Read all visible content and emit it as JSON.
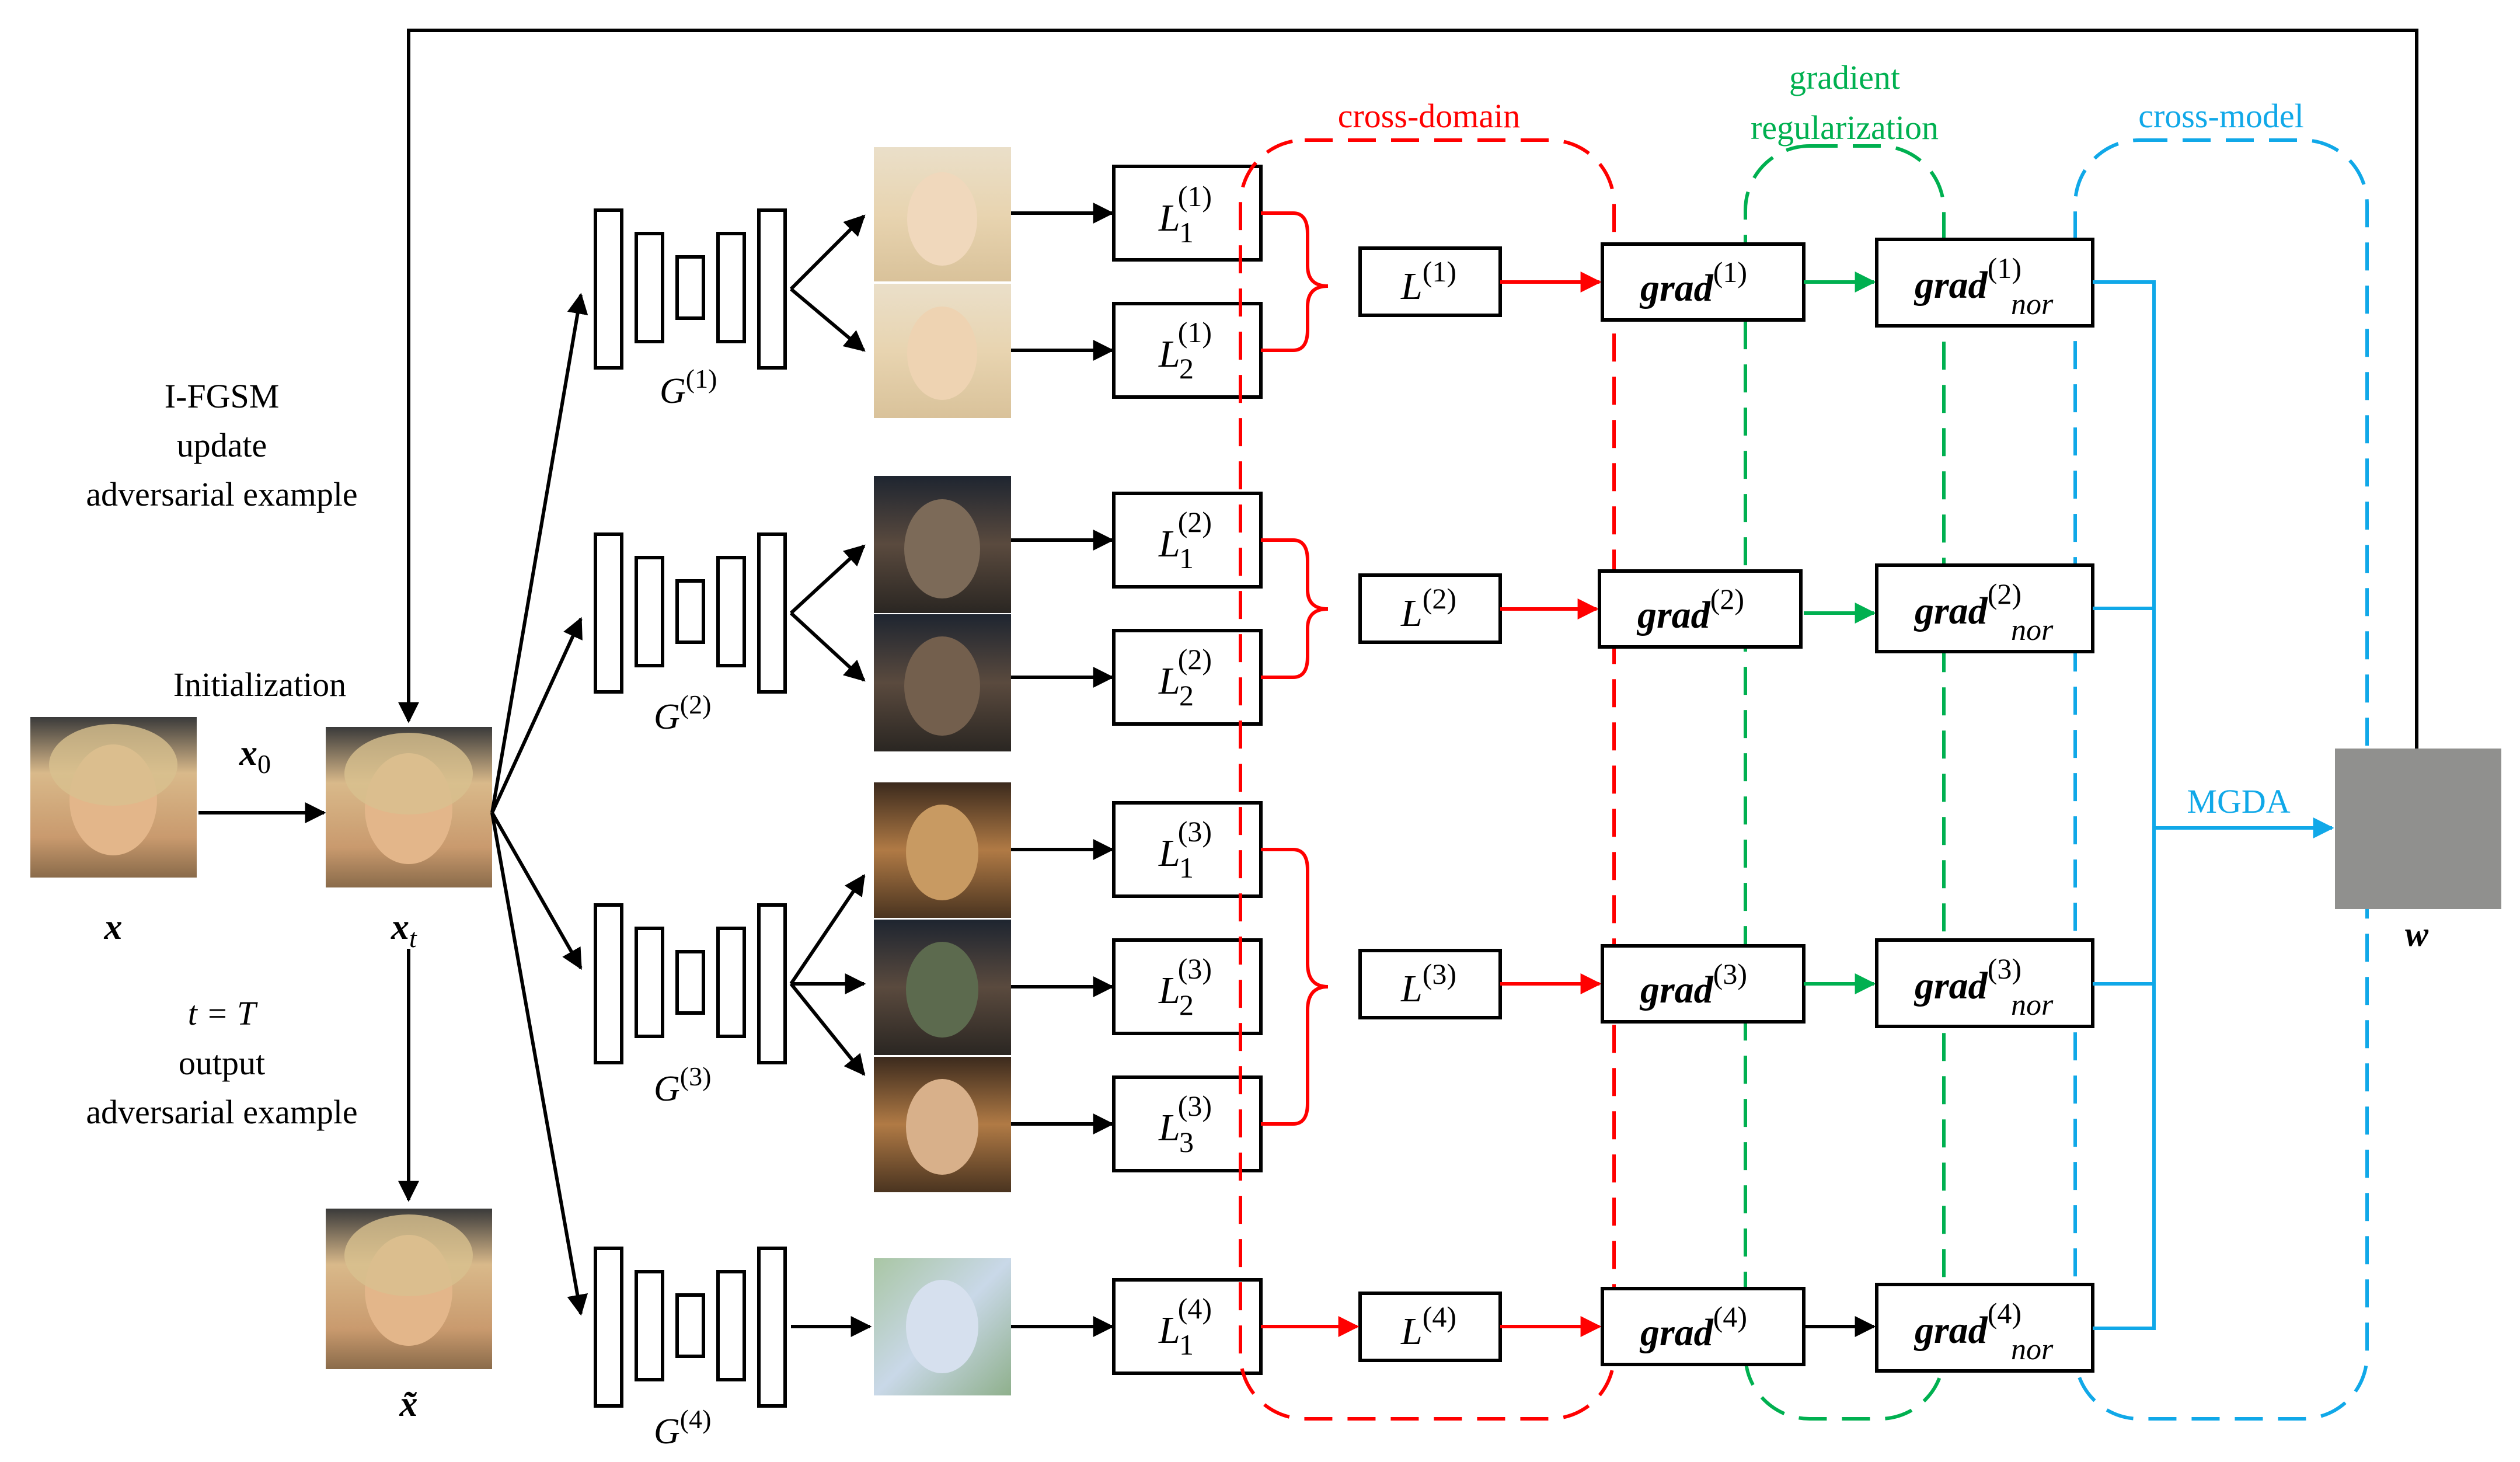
{
  "colors": {
    "red": "#ff0000",
    "green": "#00b050",
    "blue": "#10a8e8",
    "black": "#000000",
    "noise_gray": "#8a8a8a"
  },
  "regions": {
    "cross_domain": "cross-domain",
    "gradient_reg_line1": "gradient",
    "gradient_reg_line2": "regularization",
    "cross_model": "cross-model"
  },
  "left_text": {
    "ifgsm": "I-FGSM",
    "update": "update",
    "adv_example": "adversarial example",
    "initialization": "Initialization",
    "t_eq_T": "t = T",
    "output": "output",
    "adv_example2": "adversarial example"
  },
  "inputs": {
    "x": "x",
    "x0": "x",
    "x0_sub": "0",
    "xt": "x",
    "xt_sub": "t",
    "x_tilde": "x̃",
    "w": "w"
  },
  "generators": [
    {
      "name": "G",
      "sup": "(1)"
    },
    {
      "name": "G",
      "sup": "(2)"
    },
    {
      "name": "G",
      "sup": "(3)"
    },
    {
      "name": "G",
      "sup": "(4)"
    }
  ],
  "losses": [
    {
      "L": "L",
      "sup": "(1)",
      "sub": "1"
    },
    {
      "L": "L",
      "sup": "(1)",
      "sub": "2"
    },
    {
      "L": "L",
      "sup": "(2)",
      "sub": "1"
    },
    {
      "L": "L",
      "sup": "(2)",
      "sub": "2"
    },
    {
      "L": "L",
      "sup": "(3)",
      "sub": "1"
    },
    {
      "L": "L",
      "sup": "(3)",
      "sub": "2"
    },
    {
      "L": "L",
      "sup": "(3)",
      "sub": "3"
    },
    {
      "L": "L",
      "sup": "(4)",
      "sub": "1"
    }
  ],
  "total_losses": [
    {
      "L": "L",
      "sup": "(1)"
    },
    {
      "L": "L",
      "sup": "(2)"
    },
    {
      "L": "L",
      "sup": "(3)"
    },
    {
      "L": "L",
      "sup": "(4)"
    }
  ],
  "grads": [
    {
      "g": "grad",
      "sup": "(1)"
    },
    {
      "g": "grad",
      "sup": "(2)"
    },
    {
      "g": "grad",
      "sup": "(3)"
    },
    {
      "g": "grad",
      "sup": "(4)"
    }
  ],
  "grads_nor": [
    {
      "g": "grad",
      "sup": "(1)",
      "sub": "nor"
    },
    {
      "g": "grad",
      "sup": "(2)",
      "sub": "nor"
    },
    {
      "g": "grad",
      "sup": "(3)",
      "sub": "nor"
    },
    {
      "g": "grad",
      "sup": "(4)",
      "sub": "nor"
    }
  ],
  "mgda": "MGDA"
}
